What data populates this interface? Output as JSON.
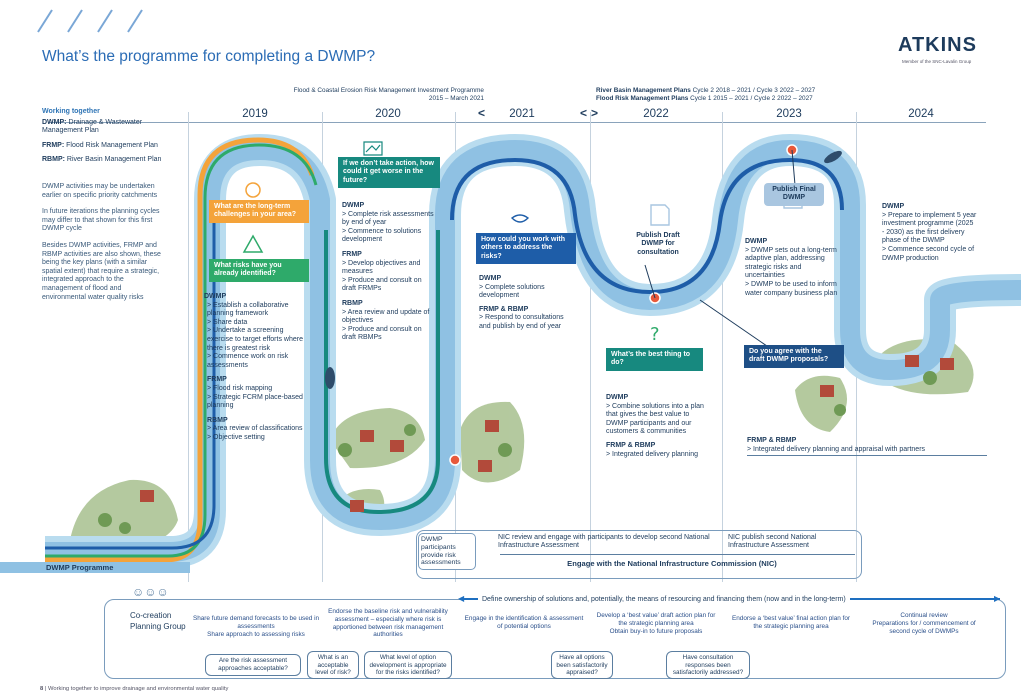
{
  "header": {
    "title": "What’s the programme for completing a DWMP?",
    "logo": "ATKINS",
    "logo_sub": "Member of the SNC-Lavalin Group"
  },
  "timeline": {
    "fcerm_label": "Flood & Coastal Erosion Risk Management Investment Programme",
    "fcerm_dates": "2015 – March 2021",
    "rbmp_label": "River Basin Management Plans",
    "rbmp_cycles": " Cycle 2 2018 – 2021 / Cycle 3 2022 – 2027",
    "frmp_label": "Flood Risk Management Plans",
    "frmp_cycles": " Cycle 1 2015 – 2021 / Cycle 2 2022 – 2027",
    "years": [
      "2019",
      "2020",
      "2021",
      "2022",
      "2023",
      "2024"
    ]
  },
  "sidebar": {
    "heading": "Working together",
    "items": [
      {
        "bold": "DWMP:",
        "text": " Drainage & Wastewater Management Plan"
      },
      {
        "bold": "FRMP:",
        "text": " Flood Risk Management Plan"
      },
      {
        "bold": "RBMP:",
        "text": " River Basin Management Plan"
      }
    ],
    "paragraphs": [
      "DWMP activities may be undertaken earlier on specific priority catchments",
      "In future iterations the planning cycles may differ to that shown for this first DWMP cycle",
      "Besides DWMP activities, FRMP and RBMP activities are also shown, these being the key plans (with a similar spatial extent) that require a strategic, integrated approach to the management of flood and environmental water quality risks"
    ]
  },
  "callouts": {
    "long_term": "What are the long-term challenges in your area?",
    "identified": "What risks have you already identified?",
    "no_action": "If we don’t take action, how could it get worse in the future?",
    "work_with": "How could you work with others to address the risks?",
    "best_thing": "What’s the best thing to do?",
    "agree": "Do you agree with the draft DWMP proposals?",
    "publish_draft": "Publish Draft DWMP for consultation",
    "publish_final": "Publish Final DWMP"
  },
  "activities": {
    "y2019": {
      "dwmp_title": "DWMP",
      "dwmp": [
        "> Establish a collaborative planning framework",
        "> Share data",
        "> Undertake a screening exercise to target efforts where there is greatest risk",
        "> Commence work on risk assessments"
      ],
      "frmp_title": "FRMP",
      "frmp": [
        "> Flood risk mapping",
        "> Strategic FCRM place-based planning"
      ],
      "rbmp_title": "RBMP",
      "rbmp": [
        "> Area review of classifications",
        "> Objective setting"
      ]
    },
    "y2020": {
      "dwmp_title": "DWMP",
      "dwmp": [
        "> Complete risk assessments by end of year",
        "> Commence to solutions development"
      ],
      "frmp_title": "FRMP",
      "frmp": [
        "> Develop objectives and measures",
        "> Produce and consult on draft FRMPs"
      ],
      "rbmp_title": "RBMP",
      "rbmp": [
        "> Area review and update of objectives",
        "> Produce and consult on draft RBMPs"
      ]
    },
    "y2021": {
      "dwmp_title": "DWMP",
      "dwmp": [
        "> Complete solutions development"
      ],
      "frmp_title": "FRMP & RBMP",
      "frmp": [
        "> Respond to consultations and publish by end of year"
      ]
    },
    "y2022": {
      "dwmp_title": "DWMP",
      "dwmp": [
        "> Combine solutions into a plan that gives the best value to DWMP participants and our customers & communities"
      ],
      "frmp_title": "FRMP & RBMP",
      "frmp": [
        "> Integrated delivery planning"
      ]
    },
    "y2023": {
      "dwmp_title": "DWMP",
      "dwmp": [
        "> DWMP sets out a long-term adaptive plan, addressing strategic risks and uncertainties",
        "> DWMP to be used to inform water company business plan"
      ],
      "frmp_title": "FRMP & RBMP",
      "frmp_line": "> Integrated delivery planning and appraisal with partners"
    },
    "y2024": {
      "dwmp_title": "DWMP",
      "dwmp": [
        "> Prepare to implement 5 year investment programme (2025 - 2030) as the first delivery phase of the DWMP",
        "> Commence second cycle of DWMP production"
      ]
    }
  },
  "nic": {
    "dwmp_box": "DWMP participants provide risk assessments",
    "review": "NIC review and engage with participants to develop second National Infrastructure Assessment",
    "publish": "NIC publish second National Infrastructure Assessment",
    "engage": "Engage with the National Infrastructure Commission (NIC)"
  },
  "programme_label": "DWMP Programme",
  "cocreation": {
    "title": "Co-creation Planning Group",
    "banner": "Define ownership of solutions and, potentially, the means of resourcing and financing them (now and in the long-term)",
    "cols": [
      "Share future demand forecasts to be used in assessments\nShare approach to assessing risks",
      "Endorse the baseline risk and vulnerability assessment – especially where risk is apportioned between risk management authorities",
      "Engage in the identification & assessment of potential options",
      "Develop a ‘best value’ draft action plan for the strategic planning area\nObtain buy-in to future proposals",
      "Endorse a ‘best value’ final action plan for the strategic planning area",
      "Continual review\nPreparations for / commencement of second cycle of DWMPs"
    ],
    "questions": [
      "Are the risk assessment approaches acceptable?",
      "What is an acceptable level of risk?",
      "What level of option development is appropriate for the risks identified?",
      "Have all options been satisfactorily appraised?",
      "Have consultation responses been satisfactorily addressed?"
    ]
  },
  "footer": {
    "page": "8",
    "text": "Working together to improve drainage and environmental water quality"
  },
  "colors": {
    "river": "#8fc1e3",
    "river_dark": "#4a8cc6",
    "orange": "#f4a33a",
    "green": "#2eaa6a",
    "teal": "#17897f",
    "blue": "#1e5da8",
    "navy": "#1d3b5c",
    "title": "#2b6cb5"
  }
}
